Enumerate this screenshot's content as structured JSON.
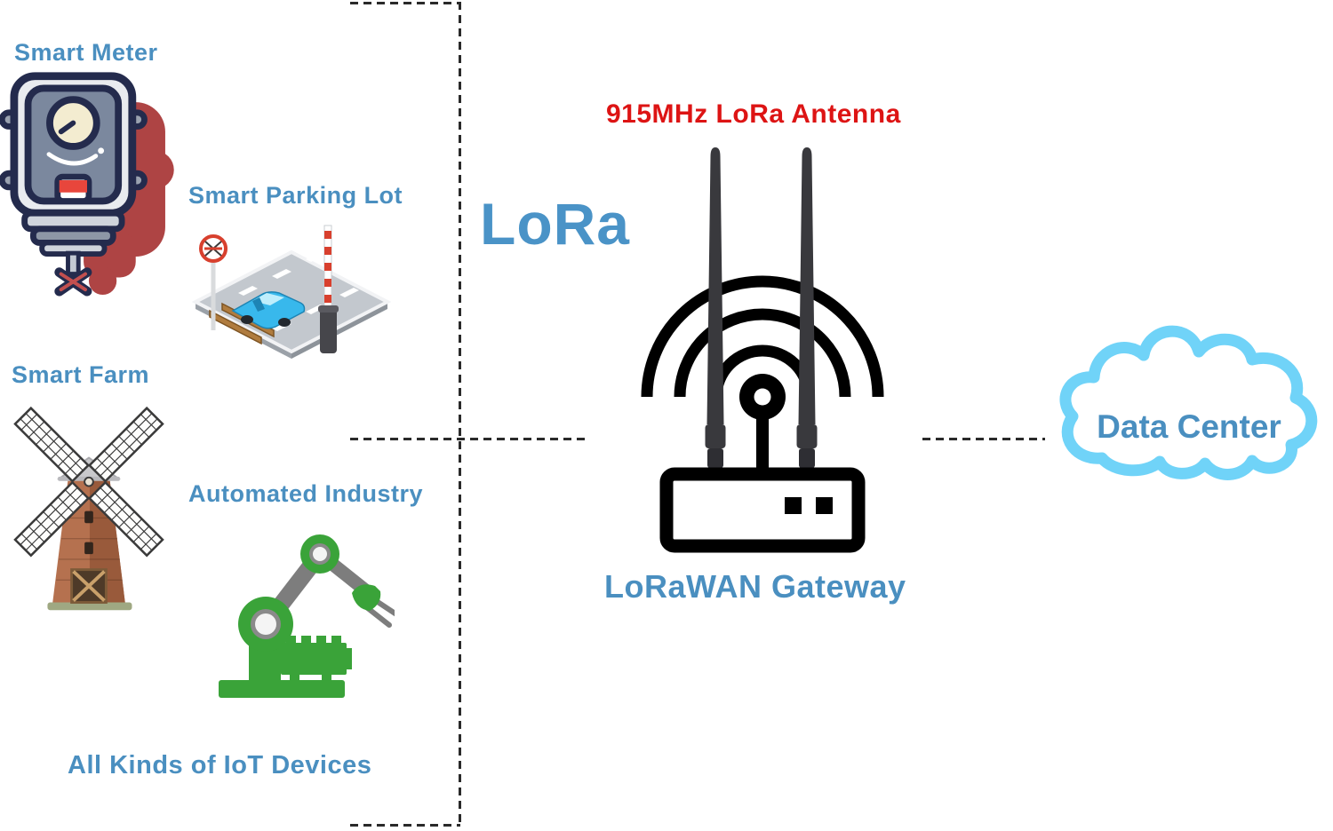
{
  "palette": {
    "label_blue": "#4a8fc0",
    "antenna_red": "#dd1414",
    "cloud_blue": "#70d3f8",
    "gateway_black": "#000000",
    "antenna_gray": "#39393d"
  },
  "iot": {
    "smart_meter_label": "Smart Meter",
    "smart_parking_label": "Smart Parking Lot",
    "smart_farm_label": "Smart Farm",
    "automated_industry_label": "Automated Industry",
    "group_caption": "All Kinds of IoT Devices"
  },
  "lora": {
    "protocol_label": "LoRa",
    "antenna_caption": "915MHz LoRa Antenna",
    "gateway_caption": "LoRaWAN Gateway"
  },
  "cloud": {
    "label": "Data Center"
  }
}
